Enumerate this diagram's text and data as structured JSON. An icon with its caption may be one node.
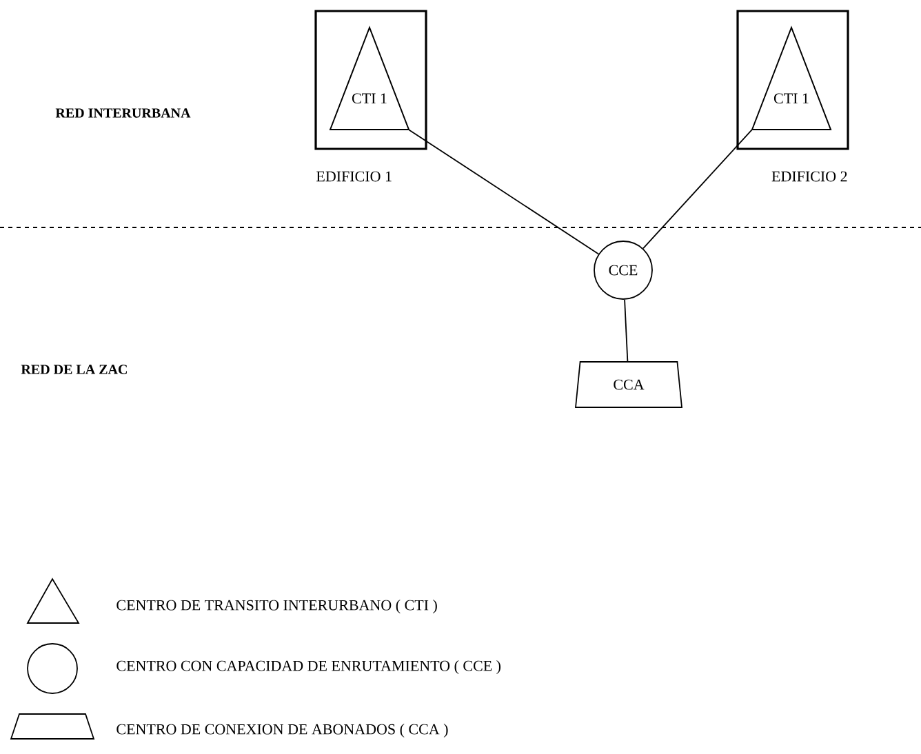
{
  "diagram": {
    "nodes": [
      {
        "text": [],
        "shape": "box",
        "beside": [
          "EDIFICIO 1"
        ]
      },
      {
        "text": [
          "CTI 1"
        ],
        "in": 0
      },
      {
        "text": [],
        "shape": "box",
        "beside": [
          "EDIFICIO 2"
        ]
      },
      {
        "text": [
          "CTI 1"
        ],
        "in": 2
      },
      {
        "text": [
          "CCE"
        ]
      },
      {
        "text": [
          "CCA"
        ]
      }
    ],
    "edges": [
      {
        "from": 1,
        "to": 4,
        "arrow": "none"
      },
      {
        "from": 3,
        "to": 4,
        "arrow": "none"
      },
      {
        "from": 4,
        "to": 5,
        "arrow": "none"
      }
    ],
    "labels": [
      "RED INTERURBANA",
      "RED DE LA ZAC"
    ],
    "legend": [
      {
        "text": "CENTRO DE TRANSITO INTERURBANO  ( CTI )"
      },
      {
        "text": "CENTRO CON CAPACIDAD DE ENRUTAMIENTO ( CCE )"
      },
      {
        "text": "CENTRO DE CONEXION DE ABONADOS  ( CCA )"
      }
    ]
  }
}
